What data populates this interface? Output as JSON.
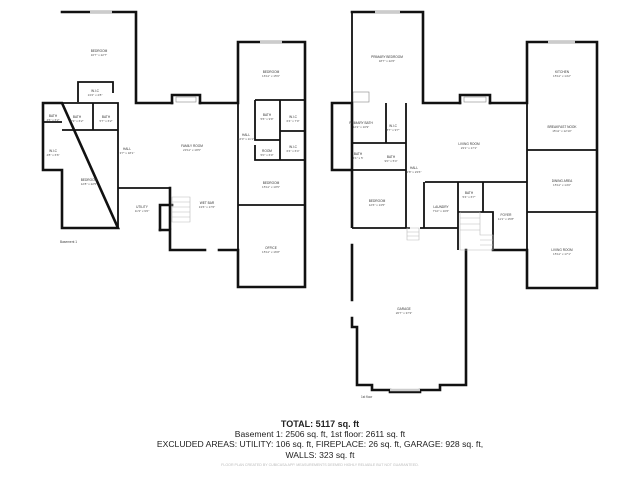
{
  "floors": [
    {
      "label": "Basement 1",
      "rooms": [
        {
          "name": "BEDROOM",
          "dims": "16'7\" x 22'7\""
        },
        {
          "name": "W.I.C",
          "dims": "13'2\" x 4'8\""
        },
        {
          "name": "BATH",
          "dims": "4'6\" x 6'2\""
        },
        {
          "name": "BATH",
          "dims": "6'9\" x 6'2\""
        },
        {
          "name": "BATH",
          "dims": "5'7\" x 6'2\""
        },
        {
          "name": "W.I.C",
          "dims": "4'8\" x 6'6\""
        },
        {
          "name": "HALL",
          "dims": "3'7\" x 18'1\""
        },
        {
          "name": "BEDROOM",
          "dims": "12'8\" x 22'5\""
        },
        {
          "name": "UTILITY",
          "dims": "11'3\" x 9'0\""
        },
        {
          "name": "FAMILY ROOM",
          "dims": "23'11\" x 19'5\""
        },
        {
          "name": "WET BAR",
          "dims": "13'6\" x 17'6\""
        },
        {
          "name": "BEDROOM",
          "dims": "16'11\" x 15'6\""
        },
        {
          "name": "BATH",
          "dims": "5'6\" x 9'9\""
        },
        {
          "name": "W.I.C",
          "dims": "6'4\" x 7'0\""
        },
        {
          "name": "HALL",
          "dims": "16'0\" x 11'1\""
        },
        {
          "name": "ROOM",
          "dims": "5'0\" x 6'0\""
        },
        {
          "name": "W.I.C",
          "dims": "6'4\" x 6'4\""
        },
        {
          "name": "BEDROOM",
          "dims": "15'11\" x 10'5\""
        },
        {
          "name": "OFFICE",
          "dims": "15'11\" x 16'8\""
        }
      ]
    },
    {
      "label": "1st floor",
      "rooms": [
        {
          "name": "PRIMARY BEDROOM",
          "dims": "18'7\" x 22'6\""
        },
        {
          "name": "PRIMARY BATH",
          "dims": "12'2\" x 10'9\""
        },
        {
          "name": "W.I.C",
          "dims": "8'7\" x 9'7\""
        },
        {
          "name": "BATH",
          "dims": "4'1\" x 5'"
        },
        {
          "name": "BATH",
          "dims": "9'0\" x 5'4\""
        },
        {
          "name": "HALL",
          "dims": "3'8\" x 23'6\""
        },
        {
          "name": "BEDROOM",
          "dims": "12'6\" x 13'5\""
        },
        {
          "name": "LAUNDRY",
          "dims": "7'10\" x 10'6\""
        },
        {
          "name": "BATH",
          "dims": "5'4\" x 6'7\""
        },
        {
          "name": "LIVING ROOM",
          "dims": "23'1\" x 17'1\""
        },
        {
          "name": "KITCHEN",
          "dims": "15'11\" x 14'2\""
        },
        {
          "name": "BREAKFAST NOOK",
          "dims": "15'11\" x 12'10\""
        },
        {
          "name": "DINING AREA",
          "dims": "15'11\" x 14'0\""
        },
        {
          "name": "FOYER",
          "dims": "11'1\" x 15'8\""
        },
        {
          "name": "LIVING ROOM",
          "dims": "15'11\" x 17'1\""
        },
        {
          "name": "GARAGE",
          "dims": "26'7\" x 37'3\""
        }
      ]
    }
  ],
  "summary": {
    "total": "TOTAL: 5117 sq. ft",
    "floors_line": "Basement 1: 2506 sq. ft, 1st floor: 2611 sq. ft",
    "excluded_line": "EXCLUDED AREAS: UTILITY: 106 sq. ft, FIREPLACE: 26 sq. ft, GARAGE: 928 sq. ft,",
    "walls_line": "WALLS: 323 sq. ft"
  },
  "footer": "FLOOR PLAN CREATED BY CUBICASA APP. MEASUREMENTS DEEMED HIGHLY RELIABLE BUT NOT GUARANTEED."
}
